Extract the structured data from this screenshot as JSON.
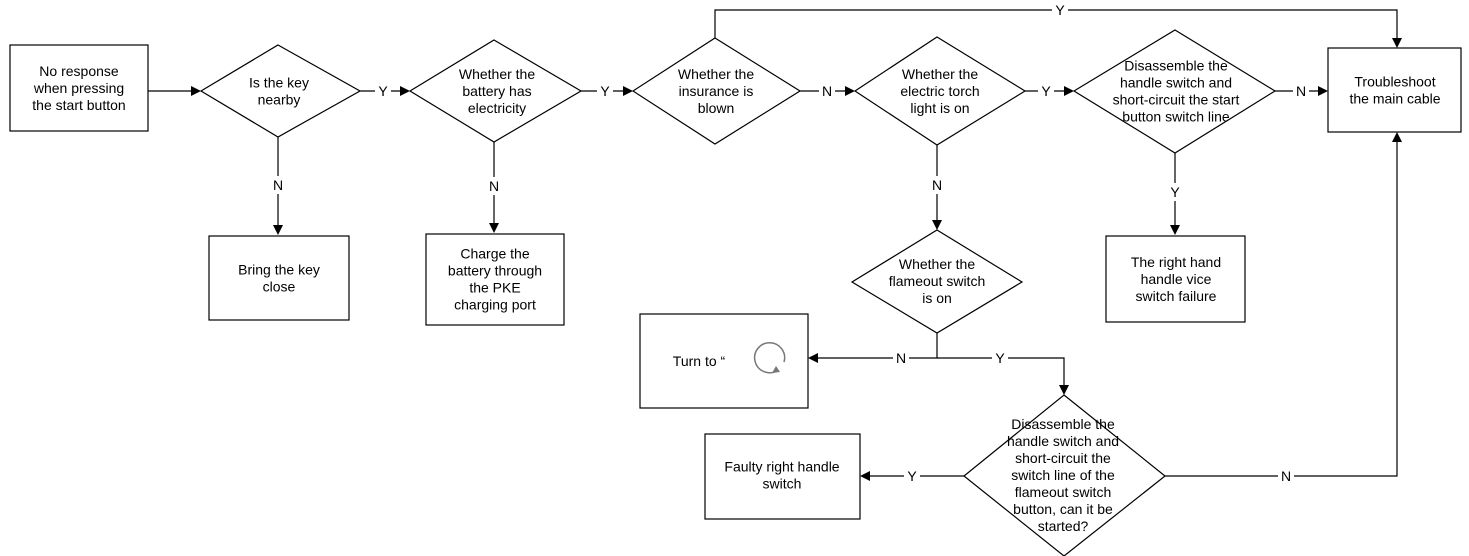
{
  "nodes": {
    "start": {
      "lines": [
        "No response",
        "when pressing",
        "the start button"
      ]
    },
    "key_nearby": {
      "lines": [
        "Is the key",
        "nearby"
      ]
    },
    "bring_key": {
      "lines": [
        "Bring the key",
        "close"
      ]
    },
    "battery": {
      "lines": [
        "Whether the",
        "battery has",
        "electricity"
      ]
    },
    "charge": {
      "lines": [
        "Charge the",
        "battery through",
        "the PKE",
        "charging port"
      ]
    },
    "insurance": {
      "lines": [
        "Whether the",
        "insurance is",
        "blown"
      ]
    },
    "torch": {
      "lines": [
        "Whether the",
        "electric torch",
        "light is on"
      ]
    },
    "disassemble_start": {
      "lines": [
        "Disassemble the",
        "handle switch and",
        "short-circuit the start",
        "button switch line"
      ]
    },
    "main_cable": {
      "lines": [
        "Troubleshoot",
        "the main cable"
      ]
    },
    "vice_failure": {
      "lines": [
        "The right hand",
        "handle vice",
        "switch failure"
      ]
    },
    "flameout": {
      "lines": [
        "Whether the",
        "flameout switch",
        "is on"
      ]
    },
    "turn_to": {
      "lines": [
        "Turn to “"
      ]
    },
    "disassemble_flameout": {
      "lines": [
        "Disassemble the",
        "handle switch and",
        "short-circuit the",
        "switch line of the",
        "flameout switch",
        "button, can it be",
        "started?"
      ]
    },
    "faulty_right": {
      "lines": [
        "Faulty right handle",
        "switch"
      ]
    }
  },
  "edge_labels": {
    "key_to_bring": "N",
    "key_to_battery": "Y",
    "battery_to_charge": "N",
    "battery_to_insurance": "Y",
    "insurance_to_main": "Y",
    "insurance_to_torch": "N",
    "torch_to_disassemble": "Y",
    "disassemble_to_main": "N",
    "disassemble_to_vice": "Y",
    "torch_to_flameout": "N",
    "flameout_to_turn": "N",
    "flameout_to_disassemble2": "Y",
    "disassemble2_to_faulty": "Y",
    "disassemble2_to_main": "N"
  },
  "icons": {
    "turn_to_icon": "circular-arrow-icon"
  },
  "colors": {
    "line": "#000000",
    "fill": "#ffffff",
    "icon": "#777777"
  }
}
